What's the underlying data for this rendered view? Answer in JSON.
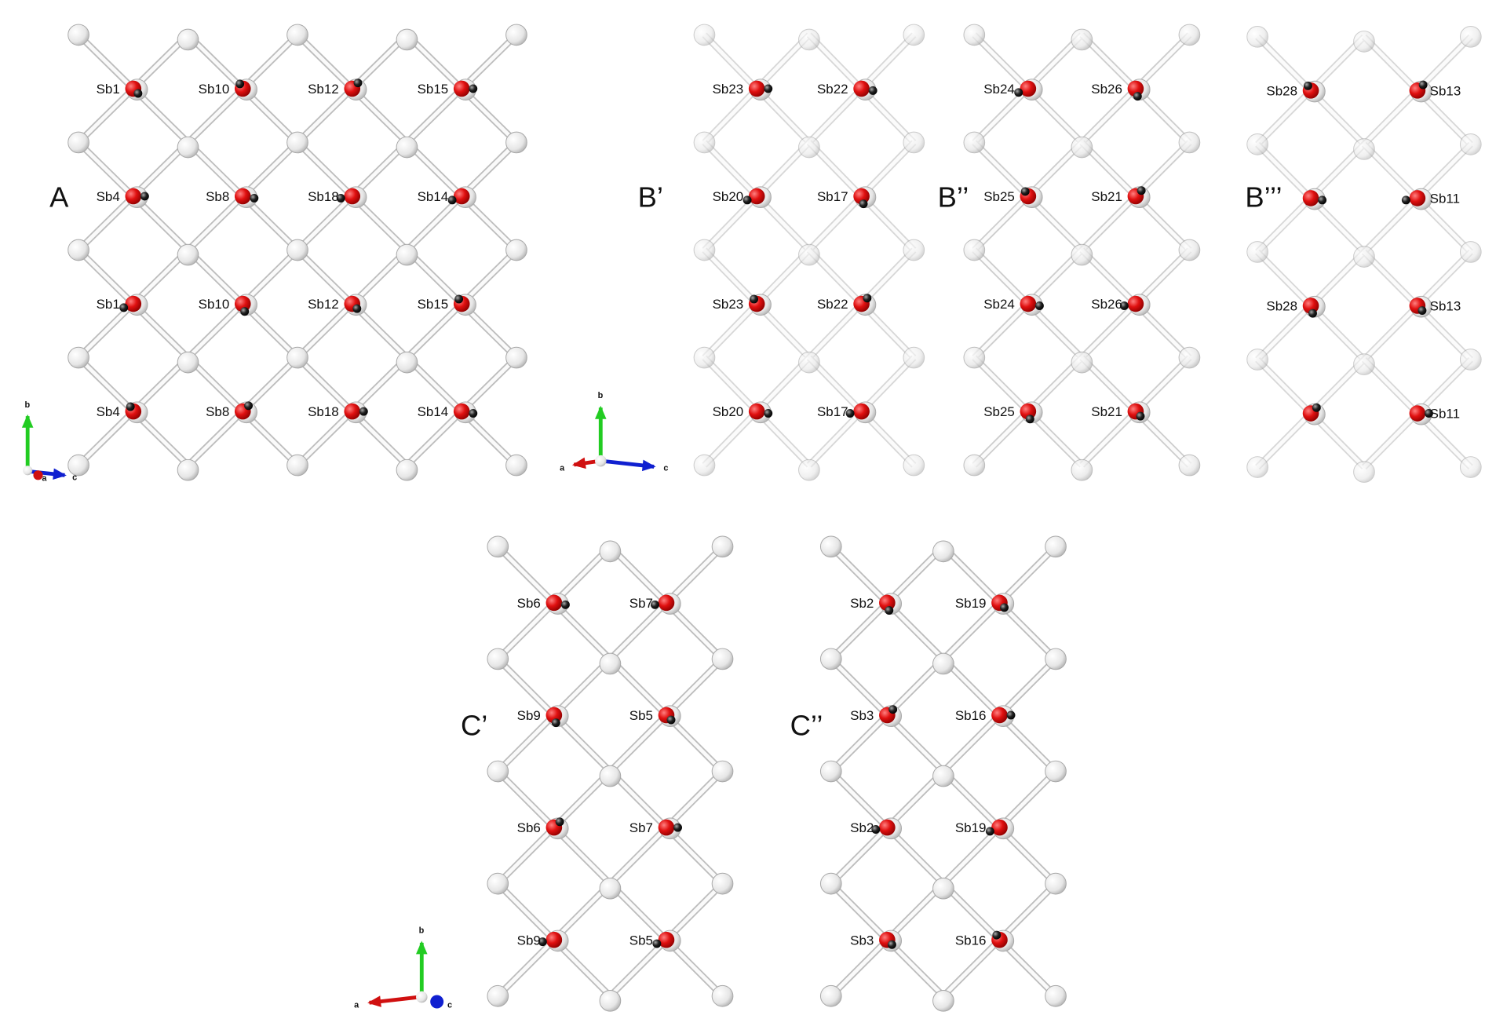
{
  "colors": {
    "sb_site": "#e01010",
    "bridge_atom": "#eeeeee",
    "dopant": "#111111",
    "axis_a": "#d01010",
    "axis_b": "#22cc22",
    "axis_c": "#1020d0"
  },
  "panels": [
    {
      "id": "A",
      "label": "A",
      "rows": [
        [
          "Sb1",
          "Sb10",
          "Sb12",
          "Sb15"
        ],
        [
          "Sb4",
          "Sb8",
          "Sb18",
          "Sb14"
        ],
        [
          "Sb1",
          "Sb10",
          "Sb12",
          "Sb15"
        ],
        [
          "Sb4",
          "Sb8",
          "Sb18",
          "Sb14"
        ]
      ]
    },
    {
      "id": "B1",
      "label": "B’",
      "rows": [
        [
          "Sb23",
          "Sb22"
        ],
        [
          "Sb20",
          "Sb17"
        ],
        [
          "Sb23",
          "Sb22"
        ],
        [
          "Sb20",
          "Sb17"
        ]
      ]
    },
    {
      "id": "B2",
      "label": "B’’",
      "rows": [
        [
          "Sb24",
          "Sb26"
        ],
        [
          "Sb25",
          "Sb21"
        ],
        [
          "Sb24",
          "Sb26"
        ],
        [
          "Sb25",
          "Sb21"
        ]
      ]
    },
    {
      "id": "B3",
      "label": "B’’’",
      "rows": [
        [
          "Sb28",
          "Sb13"
        ],
        [
          "",
          "Sb11"
        ],
        [
          "Sb28",
          "Sb13"
        ],
        [
          "",
          "Sb11"
        ]
      ]
    },
    {
      "id": "C1",
      "label": "C’",
      "rows": [
        [
          "Sb6",
          "Sb7"
        ],
        [
          "Sb9",
          "Sb5"
        ],
        [
          "Sb6",
          "Sb7"
        ],
        [
          "Sb9",
          "Sb5"
        ]
      ]
    },
    {
      "id": "C2",
      "label": "C’’",
      "rows": [
        [
          "Sb2",
          "Sb19"
        ],
        [
          "Sb3",
          "Sb16"
        ],
        [
          "Sb2",
          "Sb19"
        ],
        [
          "Sb3",
          "Sb16"
        ]
      ]
    }
  ],
  "axes": [
    {
      "id": "axes-A",
      "labels": {
        "a": "a",
        "b": "b",
        "c": "c"
      }
    },
    {
      "id": "axes-B",
      "labels": {
        "a": "a",
        "b": "b",
        "c": "c"
      }
    },
    {
      "id": "axes-C",
      "labels": {
        "a": "a",
        "b": "b",
        "c": "c"
      }
    }
  ]
}
